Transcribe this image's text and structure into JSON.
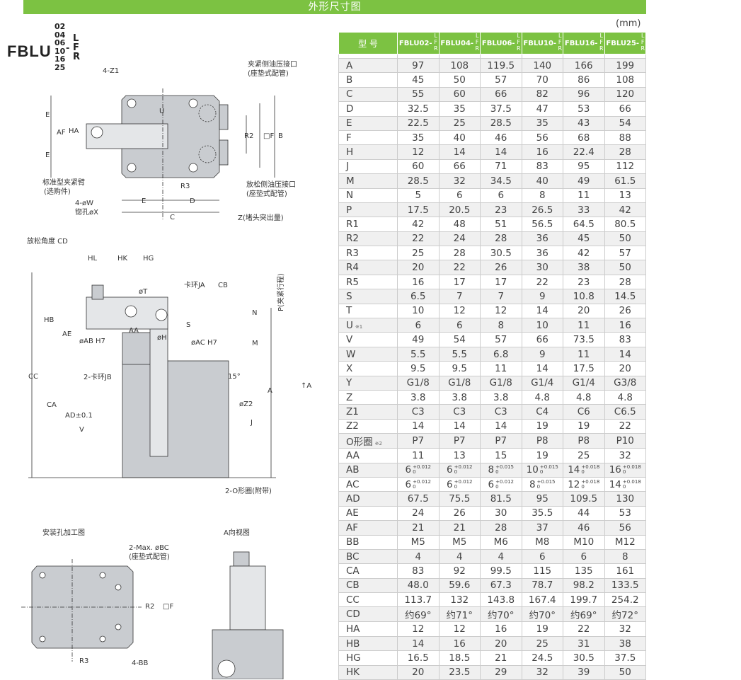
{
  "title": "外形尺寸图",
  "unit": "(mm)",
  "model": {
    "base": "FBLU",
    "sizes": [
      "02",
      "04",
      "06",
      "10",
      "16",
      "25"
    ],
    "variants": [
      "L",
      "F",
      "R"
    ]
  },
  "drawing_labels": {
    "z1": "4-Z1",
    "clamp_port": "夹紧侧油压接口",
    "clamp_port_sub": "(座垫式配管)",
    "release_port": "放松侧油压接口",
    "release_port_sub": "(座垫式配管)",
    "arm": "标准型夹紧臂",
    "arm_sub": "(选购件)",
    "w": "4-øW",
    "x": "锪孔øX",
    "z": "Z(堵头突出量)",
    "cd": "放松角度 CD",
    "ja": "卡环JA",
    "jb": "2-卡环JB",
    "oring": "2-O形圈(附带)",
    "stroke": "P(夹紧行程)",
    "mount": "安装孔加工图",
    "aview": "A向视图",
    "bc": "2-Max. øBC",
    "bc_sub": "(座垫式配管)",
    "bb": "4-BB",
    "arrow_a": "↑A",
    "dims": [
      "E",
      "AF",
      "HA",
      "E",
      "R2",
      "□F",
      "B",
      "R3",
      "E",
      "D",
      "C",
      "U",
      "HL",
      "HK",
      "HG",
      "øT",
      "CB",
      "HB",
      "AE",
      "øAB H7",
      "AA",
      "øH",
      "øAC H7",
      "S",
      "N",
      "M",
      "CC",
      "CA",
      "AD±0.1",
      "V",
      "15°",
      "øZ2",
      "A",
      "J",
      "R2",
      "□F",
      "R3"
    ]
  },
  "table": {
    "header": "型 号",
    "columns": [
      "FBLU02-",
      "FBLU04-",
      "FBLU06-",
      "FBLU10-",
      "FBLU16-",
      "FBLU25-"
    ],
    "col_suffix": [
      "L",
      "F",
      "R"
    ],
    "rows": [
      {
        "k": "A",
        "v": [
          "97",
          "108",
          "119.5",
          "140",
          "166",
          "199"
        ]
      },
      {
        "k": "B",
        "v": [
          "45",
          "50",
          "57",
          "70",
          "86",
          "108"
        ]
      },
      {
        "k": "C",
        "v": [
          "55",
          "60",
          "66",
          "82",
          "96",
          "120"
        ]
      },
      {
        "k": "D",
        "v": [
          "32.5",
          "35",
          "37.5",
          "47",
          "53",
          "66"
        ]
      },
      {
        "k": "E",
        "v": [
          "22.5",
          "25",
          "28.5",
          "35",
          "43",
          "54"
        ]
      },
      {
        "k": "F",
        "v": [
          "35",
          "40",
          "46",
          "56",
          "68",
          "88"
        ]
      },
      {
        "k": "H",
        "v": [
          "12",
          "14",
          "14",
          "16",
          "22.4",
          "28"
        ]
      },
      {
        "k": "J",
        "v": [
          "60",
          "66",
          "71",
          "83",
          "95",
          "112"
        ]
      },
      {
        "k": "M",
        "v": [
          "28.5",
          "32",
          "34.5",
          "40",
          "49",
          "61.5"
        ]
      },
      {
        "k": "N",
        "v": [
          "5",
          "6",
          "6",
          "8",
          "11",
          "13"
        ]
      },
      {
        "k": "P",
        "v": [
          "17.5",
          "20.5",
          "23",
          "26.5",
          "33",
          "42"
        ]
      },
      {
        "k": "R1",
        "v": [
          "42",
          "48",
          "51",
          "56.5",
          "64.5",
          "80.5"
        ]
      },
      {
        "k": "R2",
        "v": [
          "22",
          "24",
          "28",
          "36",
          "45",
          "50"
        ]
      },
      {
        "k": "R3",
        "v": [
          "25",
          "28",
          "30.5",
          "36",
          "42",
          "57"
        ]
      },
      {
        "k": "R4",
        "v": [
          "20",
          "22",
          "26",
          "30",
          "38",
          "50"
        ]
      },
      {
        "k": "R5",
        "v": [
          "16",
          "17",
          "17",
          "22",
          "23",
          "28"
        ]
      },
      {
        "k": "S",
        "v": [
          "6.5",
          "7",
          "7",
          "9",
          "10.8",
          "14.5"
        ]
      },
      {
        "k": "T",
        "v": [
          "10",
          "12",
          "12",
          "14",
          "20",
          "26"
        ]
      },
      {
        "k": "U",
        "note": "※1",
        "v": [
          "6",
          "6",
          "8",
          "10",
          "11",
          "16"
        ]
      },
      {
        "k": "V",
        "v": [
          "49",
          "54",
          "57",
          "66",
          "73.5",
          "83"
        ]
      },
      {
        "k": "W",
        "v": [
          "5.5",
          "5.5",
          "6.8",
          "9",
          "11",
          "14"
        ]
      },
      {
        "k": "X",
        "v": [
          "9.5",
          "9.5",
          "11",
          "14",
          "17.5",
          "20"
        ]
      },
      {
        "k": "Y",
        "v": [
          "G1/8",
          "G1/8",
          "G1/8",
          "G1/4",
          "G1/4",
          "G3/8"
        ]
      },
      {
        "k": "Z",
        "v": [
          "3.8",
          "3.8",
          "3.8",
          "4.8",
          "4.8",
          "4.8"
        ]
      },
      {
        "k": "Z1",
        "v": [
          "C3",
          "C3",
          "C3",
          "C4",
          "C6",
          "C6.5"
        ]
      },
      {
        "k": "Z2",
        "v": [
          "14",
          "14",
          "14",
          "19",
          "19",
          "22"
        ]
      },
      {
        "k": "O形圈",
        "note": "※2",
        "v": [
          "P7",
          "P7",
          "P7",
          "P8",
          "P8",
          "P10"
        ]
      },
      {
        "k": "AA",
        "v": [
          "11",
          "13",
          "15",
          "19",
          "25",
          "32"
        ]
      },
      {
        "k": "AB",
        "v": [
          "6",
          "6",
          "8",
          "10",
          "14",
          "16"
        ],
        "tol": [
          "+0.012",
          "+0.012",
          "+0.015",
          "+0.015",
          "+0.018",
          "+0.018"
        ],
        "tol_low": "0"
      },
      {
        "k": "AC",
        "v": [
          "6",
          "6",
          "6",
          "8",
          "12",
          "14"
        ],
        "tol": [
          "+0.012",
          "+0.012",
          "+0.012",
          "+0.015",
          "+0.018",
          "+0.018"
        ],
        "tol_low": "0"
      },
      {
        "k": "AD",
        "v": [
          "67.5",
          "75.5",
          "81.5",
          "95",
          "109.5",
          "130"
        ]
      },
      {
        "k": "AE",
        "v": [
          "24",
          "26",
          "30",
          "35.5",
          "44",
          "53"
        ]
      },
      {
        "k": "AF",
        "v": [
          "21",
          "21",
          "28",
          "37",
          "46",
          "56"
        ]
      },
      {
        "k": "BB",
        "v": [
          "M5",
          "M5",
          "M6",
          "M8",
          "M10",
          "M12"
        ]
      },
      {
        "k": "BC",
        "v": [
          "4",
          "4",
          "4",
          "6",
          "6",
          "8"
        ]
      },
      {
        "k": "CA",
        "v": [
          "83",
          "92",
          "99.5",
          "115",
          "135",
          "161"
        ]
      },
      {
        "k": "CB",
        "v": [
          "48.0",
          "59.6",
          "67.3",
          "78.7",
          "98.2",
          "133.5"
        ]
      },
      {
        "k": "CC",
        "v": [
          "113.7",
          "132",
          "143.8",
          "167.4",
          "199.7",
          "254.2"
        ]
      },
      {
        "k": "CD",
        "v": [
          "约69°",
          "约71°",
          "约70°",
          "约70°",
          "约69°",
          "约72°"
        ]
      },
      {
        "k": "HA",
        "v": [
          "12",
          "12",
          "16",
          "19",
          "22",
          "32"
        ]
      },
      {
        "k": "HB",
        "v": [
          "14",
          "16",
          "20",
          "25",
          "31",
          "38"
        ]
      },
      {
        "k": "HG",
        "v": [
          "16.5",
          "18.5",
          "21",
          "24.5",
          "30.5",
          "37.5"
        ]
      },
      {
        "k": "HK",
        "v": [
          "20",
          "23.5",
          "29",
          "32",
          "39",
          "50"
        ]
      }
    ]
  },
  "colors": {
    "accent": "#7cc242",
    "body": "#c9ccd0"
  }
}
